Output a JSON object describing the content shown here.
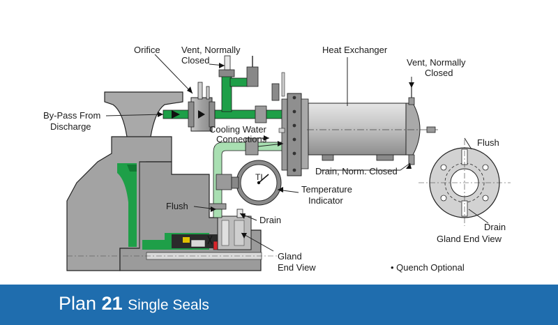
{
  "labels": {
    "orifice": "Orifice",
    "vent_top_1": "Vent, Normally",
    "vent_top_2": "Closed",
    "heat_exchanger": "Heat Exchanger",
    "vent_right_1": "Vent, Normally",
    "vent_right_2": "Closed",
    "bypass_1": "By-Pass From",
    "bypass_2": "Discharge",
    "cooling_1": "Cooling Water",
    "cooling_2": "Connections",
    "drain_norm_closed": "Drain, Norm. Closed",
    "flush_right": "Flush",
    "temp_1": "Temperature",
    "temp_2": "Indicator",
    "flush_left": "Flush",
    "drain_center": "Drain",
    "drain_right": "Drain",
    "gland_end_view_right": "Gland End View",
    "gland_1": "Gland",
    "gland_2": "End View",
    "quench": "• Quench Optional",
    "gauge_ti": "TI"
  },
  "footer": {
    "plan_word": "Plan",
    "plan_number": "21",
    "plan_desc": "Single Seals"
  },
  "colors": {
    "flow_green": "#1e9f48",
    "light_green": "#a9dfb2",
    "pump_gray": "#a6a6a6",
    "dark_gray": "#6f6f6f",
    "exchanger": "#bcbcbc",
    "footer_blue": "#1f6dae"
  }
}
